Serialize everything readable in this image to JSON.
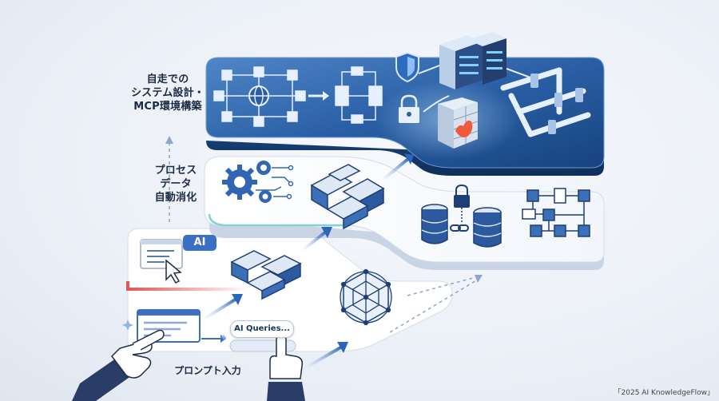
{
  "labels": {
    "top": [
      "自走での",
      "システム設計・",
      "MCP環境構築"
    ],
    "middle": [
      "プロセス",
      "データ",
      "自動消化"
    ],
    "bottom": "プロンプト入力"
  },
  "chips": {
    "ai": "AI",
    "query": "AI Queries..."
  },
  "footer": {
    "copyright": "「2025 AI KnowledgeFlow」"
  },
  "colors": {
    "top_layer": "#1d4f8e",
    "middle_layer": "#ffffff",
    "accent_blue": "#3b6fc4",
    "accent_red": "#e05a5a"
  },
  "icons": [
    "network-icon",
    "flowchart-icon",
    "shield-icon",
    "server-icon",
    "lock-icon",
    "firewall-icon",
    "pipeline-icon",
    "gear-icon",
    "puzzle-icon",
    "database-icon",
    "chat-window-icon",
    "cursor-icon",
    "sphere-network-icon",
    "hand-pointer-icon"
  ]
}
